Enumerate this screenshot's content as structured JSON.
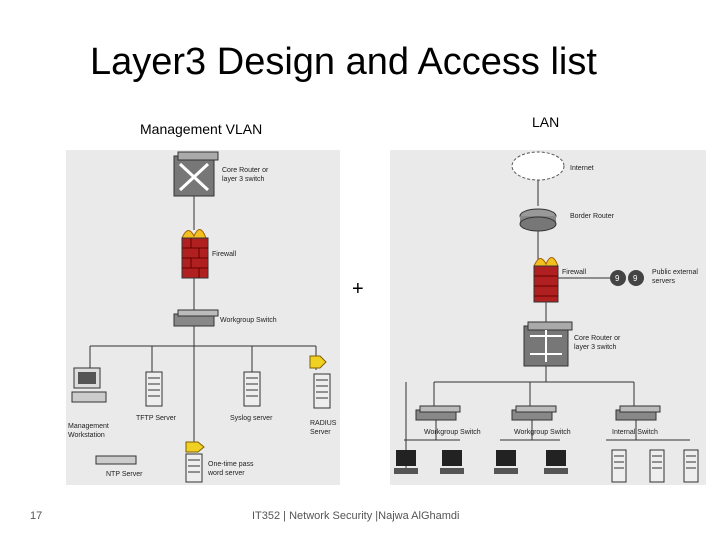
{
  "slide": {
    "title": "Layer3 Design and Access list",
    "plus": "+",
    "page_number": "17",
    "footer": "IT352 | Network Security |Najwa AlGhamdi"
  },
  "management": {
    "heading": "Management VLAN",
    "core_router_line1": "Core Router or",
    "core_router_line2": "layer 3 switch",
    "firewall": "Firewall",
    "workgroup_switch": "Workgroup Switch",
    "tftp": "TFTP Server",
    "syslog": "Syslog server",
    "radius_line1": "RADIUS",
    "radius_line2": "Server",
    "mgmt_ws_line1": "Management",
    "mgmt_ws_line2": "Workstation",
    "ntp": "NTP Server",
    "otp_line1": "One-time pass",
    "otp_line2": "word server"
  },
  "lan": {
    "heading": "LAN",
    "internet": "Internet",
    "border_router": "Border Router",
    "firewall": "Firewall",
    "public_line1": "Public external",
    "public_line2": "servers",
    "core_router_line1": "Core Router or",
    "core_router_line2": "layer 3 switch",
    "wg_switch_1": "Workgroup Switch",
    "wg_switch_2": "Workgroup Switch",
    "internal_switch": "Internal Switch"
  }
}
